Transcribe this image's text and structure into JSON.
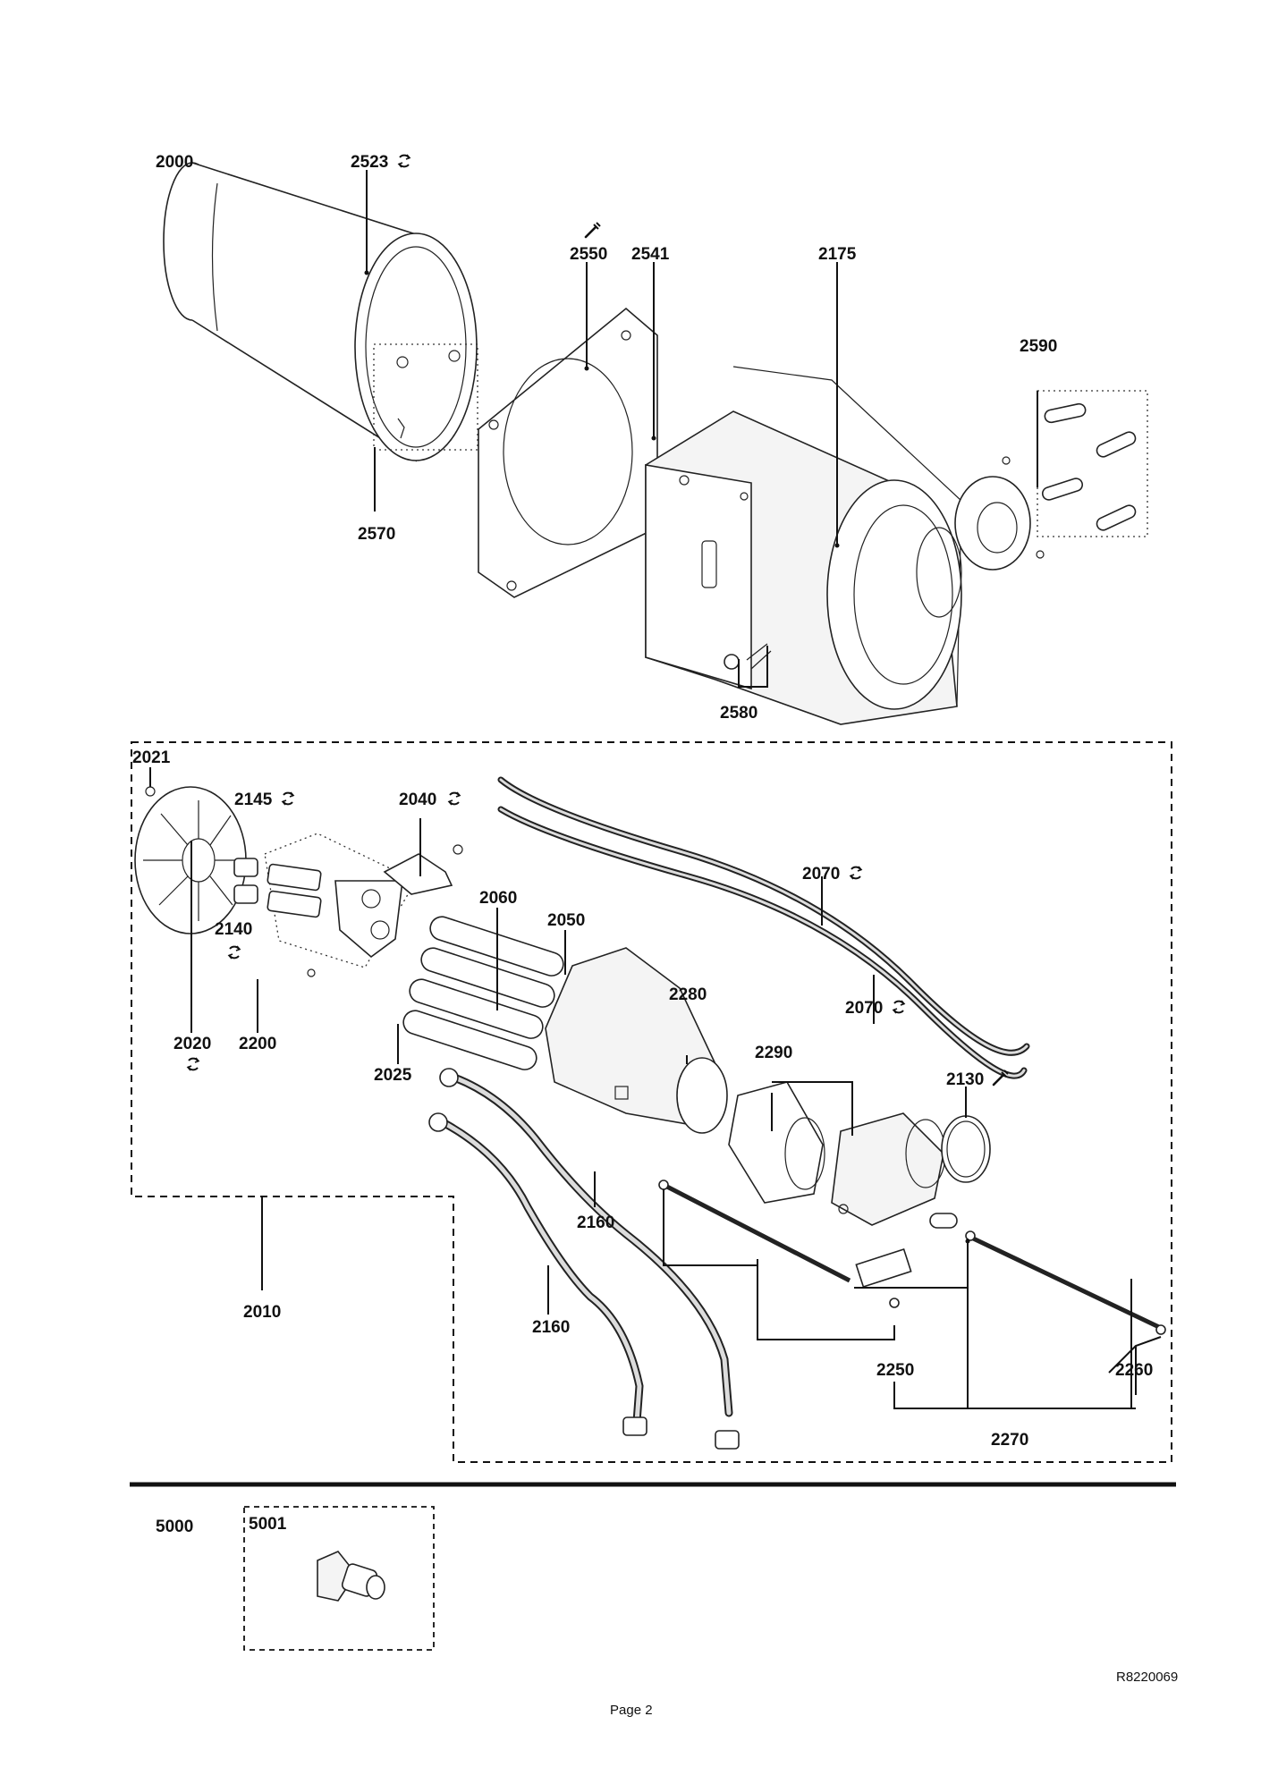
{
  "callouts": {
    "c2000": "2000",
    "c2523": "2523",
    "c2550": "2550",
    "c2541": "2541",
    "c2175": "2175",
    "c2590": "2590",
    "c2570": "2570",
    "c2580": "2580",
    "c2021": "2021",
    "c2145": "2145",
    "c2040": "2040",
    "c2070a": "2070",
    "c2060": "2060",
    "c2050": "2050",
    "c2140": "2140",
    "c2280": "2280",
    "c2070b": "2070",
    "c2290": "2290",
    "c2130": "2130",
    "c2020": "2020",
    "c2200": "2200",
    "c2025": "2025",
    "c2160a": "2160",
    "c2160b": "2160",
    "c2010": "2010",
    "c2250": "2250",
    "c2260": "2260",
    "c2270": "2270",
    "c5000": "5000",
    "c5001": "5001"
  },
  "footer": {
    "drawing_ref": "R8220069",
    "page_label": "Page 2"
  },
  "icons": {
    "replacement": "circular-arrows-icon",
    "tool": "wrench-icon"
  }
}
